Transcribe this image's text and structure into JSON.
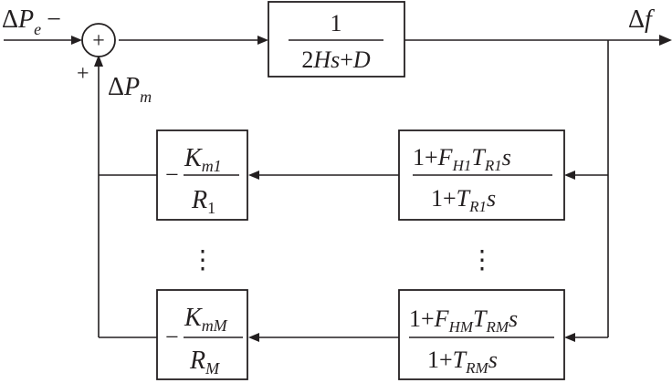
{
  "input": {
    "symbol": "Δ",
    "var": "P",
    "sub": "e",
    "sign": "−"
  },
  "summer": {
    "symbol": "+",
    "feedback_sign": "+"
  },
  "plant": {
    "numerator": "1",
    "denominator": {
      "a": "2",
      "b": "Hs",
      "c": "+",
      "d": "D"
    }
  },
  "output": {
    "symbol": "Δ",
    "var": "f"
  },
  "mech_power": {
    "symbol": "Δ",
    "var": "P",
    "sub": "m"
  },
  "gov1": {
    "sign": "−",
    "num": {
      "var": "K",
      "sub": "m1"
    },
    "den": {
      "var": "R",
      "sub": "1"
    }
  },
  "govM": {
    "sign": "−",
    "num": {
      "var": "K",
      "sub": "mM"
    },
    "den": {
      "var": "R",
      "sub": "M"
    }
  },
  "turb1": {
    "num": {
      "a": "1+",
      "f": "F",
      "fsub": "H1",
      "t": "T",
      "tsub": "R1",
      "s": "s"
    },
    "den": {
      "a": "1+",
      "t": "T",
      "tsub": "R1",
      "s": "s"
    }
  },
  "turbM": {
    "num": {
      "a": "1+",
      "f": "F",
      "fsub": "HM",
      "t": "T",
      "tsub": "RM",
      "s": "s"
    },
    "den": {
      "a": "1+",
      "t": "T",
      "tsub": "RM",
      "s": "s"
    }
  },
  "ellipsis": "⋮"
}
